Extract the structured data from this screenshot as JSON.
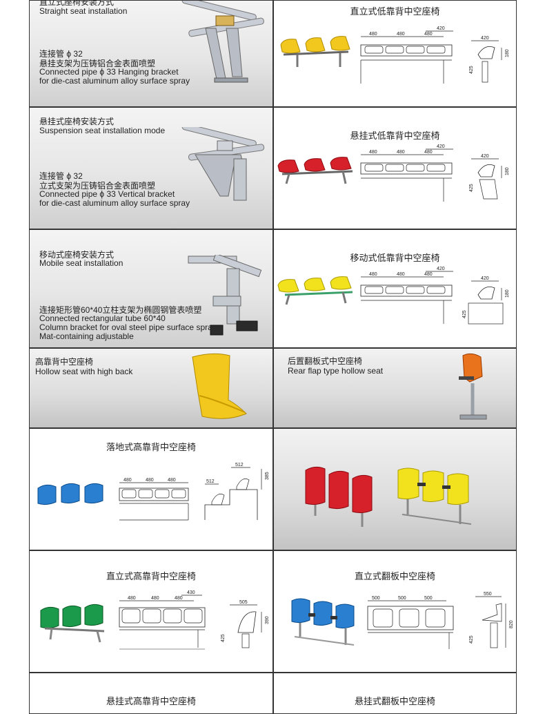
{
  "row1": {
    "install": {
      "cn_title": "直立式座椅安装方式",
      "en_title": "Straight seat installation",
      "cn_line1": "连接管 ϕ 32",
      "cn_line2": "悬挂支架为压铸铝合金表面喷塑",
      "en_line1": "Connected pipe  ϕ 33 Hanging bracket",
      "en_line2": "for die-cast aluminum alloy surface spray"
    },
    "product": {
      "title": "直立式低靠背中空座椅",
      "dims": {
        "a": "480",
        "b": "480",
        "c": "480",
        "d": "420",
        "e": "420",
        "h": "425",
        "v": "180"
      }
    }
  },
  "row2": {
    "install": {
      "cn_title": "悬挂式座椅安装方式",
      "en_title": "Suspension seat installation mode",
      "cn_line1": "连接管 ϕ 32",
      "cn_line2": "立式支架为压铸铝合金表面喷塑",
      "en_line1": "Connected pipe  ϕ 33 Vertical  bracket",
      "en_line2": "for die-cast aluminum alloy surface spray"
    },
    "product": {
      "title": "悬挂式低靠背中空座椅",
      "dims": {
        "a": "480",
        "b": "480",
        "c": "480",
        "d": "420",
        "e": "420",
        "h": "425",
        "v": "180"
      }
    }
  },
  "row3": {
    "install": {
      "cn_title": "移动式座椅安装方式",
      "en_title": "Mobile seat installation",
      "cn_line1": "连接矩形管60*40立柱支架为椭圆钢管表喷塑",
      "en_line1": "Connected rectangular tube 60*40",
      "en_line2": "Column bracket for oval steel pipe surface spray",
      "en_line3": "Mat-containing adjustable"
    },
    "product": {
      "title": "移动式低靠背中空座椅",
      "dims": {
        "a": "480",
        "b": "480",
        "c": "480",
        "d": "420",
        "e": "420",
        "h": "425",
        "v": "180"
      }
    }
  },
  "row4": {
    "left": {
      "cn_title": "高靠背中空座椅",
      "en_title": "Hollow seat with high back"
    },
    "right": {
      "cn_title": "后置翻板式中空座椅",
      "en_title": "Rear flap type hollow seat"
    }
  },
  "row5": {
    "left": {
      "title": "落地式高靠背中空座椅",
      "dims": {
        "a": "480",
        "b": "480",
        "c": "480",
        "d": "512",
        "e": "512",
        "v": "385"
      }
    }
  },
  "row6": {
    "left": {
      "title": "直立式高靠背中空座椅",
      "dims": {
        "a": "480",
        "b": "480",
        "c": "480",
        "d": "430",
        "e": "505",
        "h": "425",
        "v": "390"
      }
    },
    "right": {
      "title": "直立式翻板中空座椅",
      "dims": {
        "a": "500",
        "b": "500",
        "c": "500",
        "e": "550",
        "h": "425",
        "v": "820"
      }
    }
  },
  "row7": {
    "left": {
      "title": "悬挂式高靠背中空座椅"
    },
    "right": {
      "title": "悬挂式翻板中空座椅"
    }
  },
  "colors": {
    "yellow": "#f2c81e",
    "red": "#d6202a",
    "blue": "#2a7fd0",
    "green": "#1a9a4a",
    "orange": "#e8731c"
  }
}
